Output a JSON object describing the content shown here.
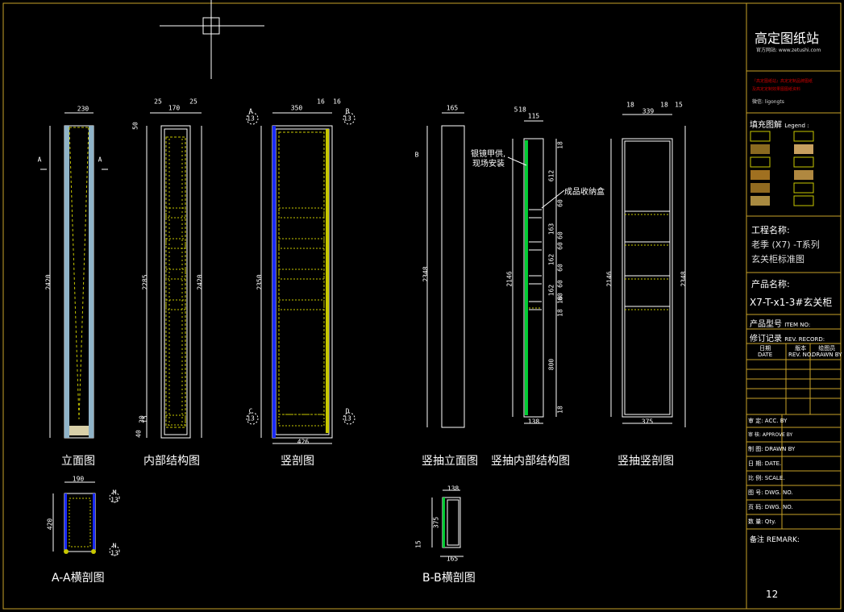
{
  "colors": {
    "bg": "#000000",
    "frame": "#c9a227",
    "panel": "#8fb3c8",
    "green": "#00cc33",
    "yellow": "#c8c800",
    "line": "#ffffff",
    "cyan": "#00d0d0"
  },
  "views": {
    "elevation": "立面图",
    "internal": "内部结构图",
    "section": "竖剖图",
    "drawer_elev": "竖抽立面图",
    "drawer_internal": "竖抽内部结构图",
    "drawer_section": "竖抽竖剖图",
    "aa": "A-A横剖图",
    "bb": "B-B横剖图"
  },
  "dims": {
    "e_w": "230",
    "e_h": "2420",
    "e_a1": "A",
    "e_a2": "A",
    "i_25a": "25",
    "i_170": "170",
    "i_25b": "25",
    "i_50": "50",
    "i_2285": "2285",
    "i_2420": "2420",
    "i_40": "40",
    "i_30": "30",
    "i_15": "15",
    "s_350": "350",
    "s_16a": "16",
    "s_16b": "16",
    "s_2350": "2350",
    "s_426": "426",
    "s_A": "A",
    "s_A13": "13",
    "s_B": "B",
    "s_B13": "13",
    "s_C": "C",
    "s_C13": "13",
    "s_D": "D",
    "s_D13": "13",
    "de_165": "165",
    "de_B": "B",
    "de_2348": "2348",
    "di_5": "5",
    "di_18a": "18",
    "di_115": "115",
    "di_18": "18",
    "di_612": "612",
    "di_60a": "60",
    "di_163": "163",
    "di_60b": "60",
    "di_60c": "60",
    "di_162a": "162",
    "di_60d": "60",
    "di_162b": "162",
    "di_60e": "60",
    "di_18c": "18",
    "di_60f": "60",
    "di_18d": "18",
    "di_2146": "2146",
    "di_800": "800",
    "di_18e": "18",
    "di_138": "138",
    "di_note1": "银镜甲供,",
    "di_note2": "现场安装",
    "di_note3": "成品收纳盒",
    "ds_18a": "18",
    "ds_339": "339",
    "ds_18b": "18",
    "ds_15": "15",
    "ds_2146": "2146",
    "ds_2348": "2348",
    "ds_375": "375",
    "aa_190": "190",
    "aa_420": "420",
    "aa_M": "M",
    "aa_M13": "13",
    "aa_N": "N",
    "aa_N13": "13",
    "bb_138": "138",
    "bb_375": "375",
    "bb_15": "15",
    "bb_165": "165"
  },
  "titleblock": {
    "brand": "高定图纸站",
    "site": "官方网站: www.zetushi.com",
    "notice1": "『高定图纸站』高定定制品牌图纸",
    "notice2": "及高定定制效果图图纸资料",
    "contact": "微信: ligongts",
    "legend": "填充图解",
    "legend_en": "Legend :",
    "project_label": "工程名称:",
    "project_line1": "老季 (X7) -T系列",
    "project_line2": "玄关柜标准图",
    "product_label": "产品名称:",
    "product_name": "X7-T-x1-3#玄关柜",
    "model_label": "产品型号",
    "model_en": "ITEM NO:",
    "rev_label": "修订记录",
    "rev_en": "REV. RECORD:",
    "rev_h1": "日期",
    "rev_h1en": "DATE",
    "rev_h2": "版本",
    "rev_h2en": "REV. NO.",
    "rev_h3": "绘图员",
    "rev_h3en": "DRAWN BY",
    "acc": "审 定: ACC. BY",
    "appr": "审 核: APPROVE BY",
    "drawn": "制 图: DRAWN BY",
    "date": "日 期: DATE.",
    "scale": "比 例: SCALE.",
    "dwg": "图 号: DWG. NO.",
    "page": "页 码: DWG. NO.",
    "qty": "数 量: Qty.",
    "remark": "备注 REMARK:",
    "page_no": "12"
  }
}
